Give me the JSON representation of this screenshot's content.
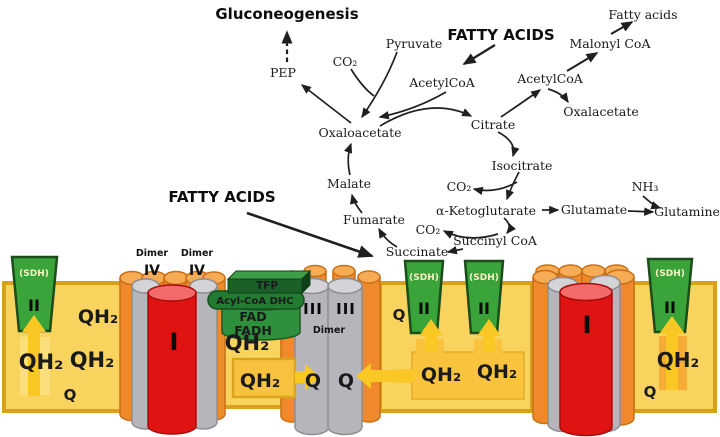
{
  "pathway": {
    "gluconeogenesis": "Gluconeogenesis",
    "pep": "PEP",
    "co2_pyruvate": "CO₂",
    "pyruvate": "Pyruvate",
    "acetyl_coa_left": "AcetylCoA",
    "fatty_acids_top": "FATTY ACIDS",
    "fatty_acids_product": "Fatty acids",
    "malonyl_coa": "Malonyl CoA",
    "acetyl_coa_right": "AcetylCoA",
    "oxalacetate_right": "Oxalacetate",
    "citrate": "Citrate",
    "oxaloacetate": "Oxaloacetate",
    "isocitrate": "Isocitrate",
    "co2_isocitrate": "CO₂",
    "alpha_ketoglutarate": "α-Ketoglutarate",
    "glutamate": "Glutamate",
    "nh3": "NH₃",
    "glutamine": "Glutamine",
    "co2_akg": "CO₂",
    "succinyl_coa": "Succinyl CoA",
    "succinate": "Succinate",
    "fumarate": "Fumarate",
    "malate": "Malate",
    "fatty_acids_membrane": "FATTY ACIDS"
  },
  "membrane": {
    "dimer": "Dimer",
    "complex_iv": "IV",
    "complex_i": "I",
    "complex_ii": "II",
    "complex_iii": "III",
    "sdh": "(SDH)",
    "tfp": "TFP",
    "acyl_coa_dhc": "Acyl-CoA DHC",
    "fad": "FAD",
    "fadh": "FADH",
    "qh2": "QH₂",
    "q": "Q"
  },
  "colors": {
    "membrane_fill": "#f8d45f",
    "membrane_border": "#d8a11d",
    "complex_ii_green": "#3aa33a",
    "tfp_dark_green": "#1c6029",
    "orange_cylinder": "#f0892b",
    "gray_cylinder": "#b5b5bb",
    "red_complex_i": "#e01313",
    "qh2_text_orange": "#ee7013",
    "q_text_yellow": "#f5e53e",
    "yellow_arrow": "#f9c825",
    "qh2_block_fill": "#f9c33e"
  }
}
